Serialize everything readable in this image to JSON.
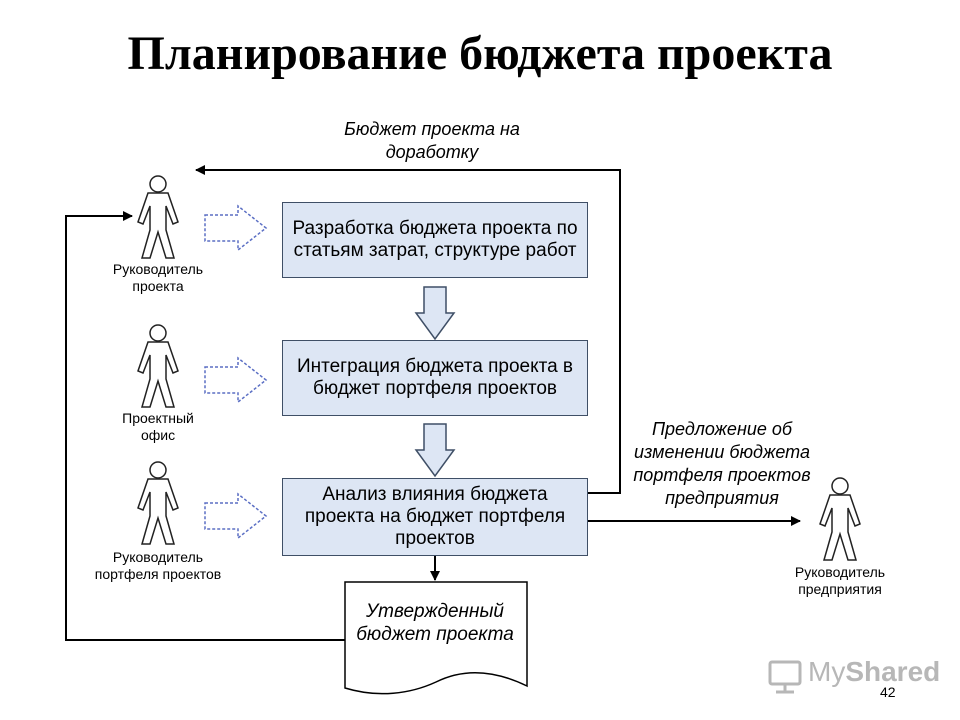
{
  "title": "Планирование бюджета проекта",
  "steps": [
    "Разработка бюджета проекта по статьям затрат, структуре работ",
    "Интеграция бюджета проекта в бюджет портфеля проектов",
    "Анализ влияния бюджета проекта на бюджет портфеля проектов"
  ],
  "document": "Утвержденный бюджет проекта",
  "roles": {
    "project_manager": [
      "Руководитель",
      "проекта"
    ],
    "project_office": [
      "Проектный",
      "офис"
    ],
    "portfolio_manager": [
      "Руководитель",
      "портфеля проектов"
    ],
    "enterprise_manager": [
      "Руководитель",
      "предприятия"
    ]
  },
  "notes": {
    "rework": [
      "Бюджет проекта на",
      "доработку"
    ],
    "proposal": [
      "Предложение об",
      "изменении бюджета",
      "портфеля проектов",
      "предприятия"
    ]
  },
  "watermark": {
    "prefix": "My",
    "suffix": "Shared"
  },
  "page_number": "42"
}
